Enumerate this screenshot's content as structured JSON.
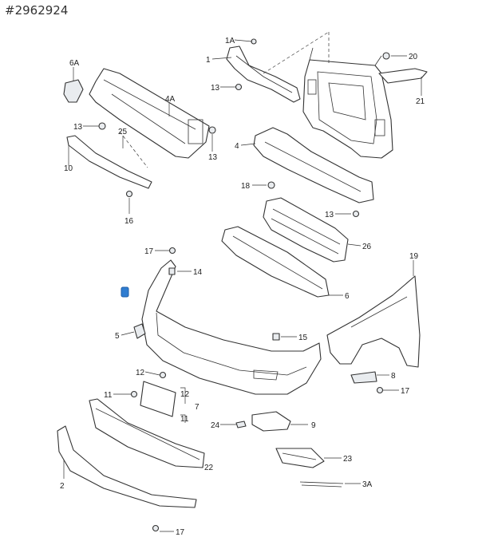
{
  "diagram": {
    "number": "#2962924",
    "highlight_color": "#2f7dd1",
    "labels": [
      {
        "key": "1A",
        "text": "1A"
      },
      {
        "key": "1",
        "text": "1"
      },
      {
        "key": "13a",
        "text": "13"
      },
      {
        "key": "6A",
        "text": "6A"
      },
      {
        "key": "4A",
        "text": "4A"
      },
      {
        "key": "13b",
        "text": "13"
      },
      {
        "key": "25",
        "text": "25"
      },
      {
        "key": "13c",
        "text": "13"
      },
      {
        "key": "10",
        "text": "10"
      },
      {
        "key": "16",
        "text": "16"
      },
      {
        "key": "20",
        "text": "20"
      },
      {
        "key": "21",
        "text": "21"
      },
      {
        "key": "4",
        "text": "4"
      },
      {
        "key": "18",
        "text": "18"
      },
      {
        "key": "13d",
        "text": "13"
      },
      {
        "key": "26",
        "text": "26"
      },
      {
        "key": "17a",
        "text": "17"
      },
      {
        "key": "14",
        "text": "14"
      },
      {
        "key": "6",
        "text": "6"
      },
      {
        "key": "19",
        "text": "19"
      },
      {
        "key": "5",
        "text": "5"
      },
      {
        "key": "15",
        "text": "15"
      },
      {
        "key": "12a",
        "text": "12"
      },
      {
        "key": "11a",
        "text": "11"
      },
      {
        "key": "12b",
        "text": "12"
      },
      {
        "key": "7",
        "text": "7"
      },
      {
        "key": "11b",
        "text": "11"
      },
      {
        "key": "8",
        "text": "8"
      },
      {
        "key": "17b",
        "text": "17"
      },
      {
        "key": "24",
        "text": "24"
      },
      {
        "key": "9",
        "text": "9"
      },
      {
        "key": "22",
        "text": "22"
      },
      {
        "key": "23",
        "text": "23"
      },
      {
        "key": "2",
        "text": "2"
      },
      {
        "key": "3A",
        "text": "3A"
      },
      {
        "key": "17c",
        "text": "17"
      }
    ]
  }
}
